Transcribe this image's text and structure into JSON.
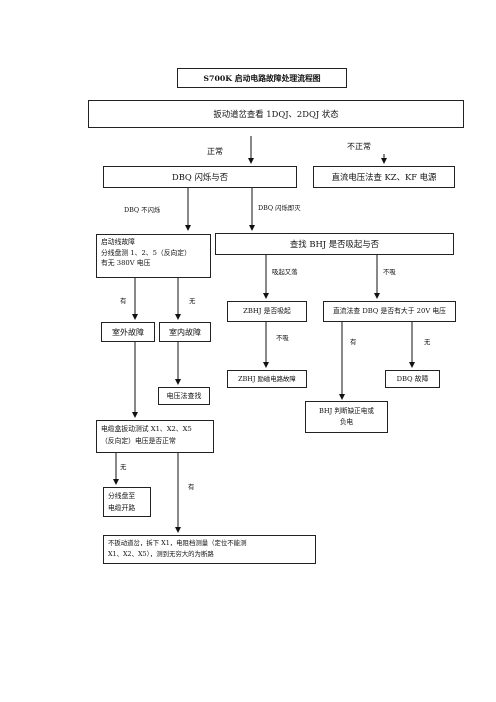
{
  "title": "S700K 启动电路故障处理流程图",
  "step1": "扳动道岔查看 1DQJ、2DQJ 状态",
  "labels": {
    "normal": "正常",
    "abnormal": "不正常",
    "dbq_no_flash": "DBQ 不闪烁",
    "dbq_flash_off": "DBQ 闪烁即灭",
    "pick_then_drop": "吸起又落",
    "not_pick": "不吸",
    "has_left": "有",
    "none_left": "无",
    "zbhj_not_pick": "不吸",
    "has_right": "有",
    "none_right": "无",
    "none_bottom": "无",
    "has_bottom": "有"
  },
  "boxes": {
    "dbq_flash": "DBQ 闪烁与否",
    "dc_check_kz": "直流电压法查 KZ、KF 电源",
    "start_fault": [
      "启动线故障",
      "分线盘测 1、2、5（反向定）",
      "有无 380V 电压"
    ],
    "find_bhj": "查找 BHJ 是否吸起与否",
    "outdoor_fault": "室外故障",
    "indoor_fault": "室内故障",
    "zbhj_pick": "ZBHJ 是否吸起",
    "dc_check_dbq": "直流法查 DBQ 是否有大于 20V 电压",
    "voltage_find": "电压法查找",
    "zbhj_circuit_fault": "ZBHJ 励磁电路故障",
    "dbq_fault": "DBQ 故障",
    "cable_box_test": [
      "电缆盒扳动测试 X1、X2、X5",
      "（反向定）电压是否正常"
    ],
    "bhj_judge": [
      "BHJ 判断缺正电或",
      "负电"
    ],
    "split_to_cable": [
      "分线盘至",
      "电缆开路"
    ],
    "final_step": [
      "不扳动道岔，拆下 X1，电阻档测量（定位不能测",
      "X1、X2、X5），测到无穷大的为断路"
    ]
  }
}
